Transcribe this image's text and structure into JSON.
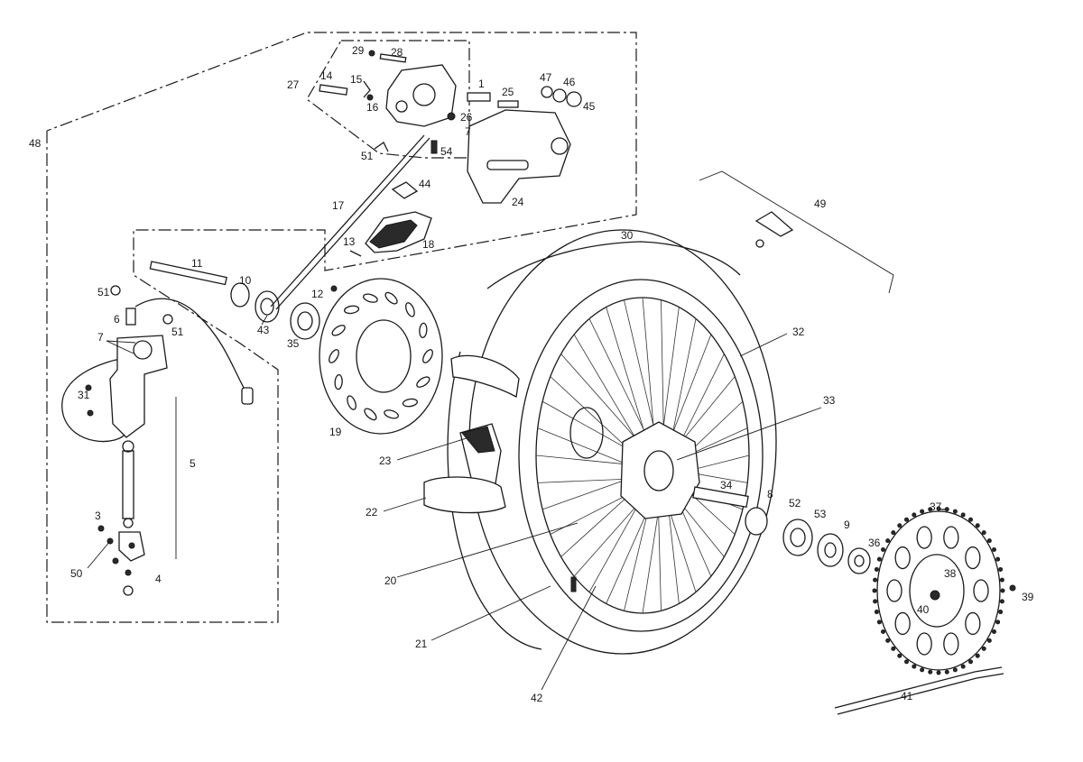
{
  "diagram": {
    "type": "exploded-parts-diagram",
    "subject": "rear wheel assembly with brake caliper, master cylinder, disc and sprocket",
    "callouts": {
      "n1": "1",
      "n3": "3",
      "n4": "4",
      "n5": "5",
      "n6": "6",
      "n7a": "7",
      "n7b": "7",
      "n8": "8",
      "n9": "9",
      "n10": "10",
      "n11": "11",
      "n12": "12",
      "n13": "13",
      "n14": "14",
      "n15": "15",
      "n16": "16",
      "n17": "17",
      "n18": "18",
      "n19": "19",
      "n20": "20",
      "n21": "21",
      "n22": "22",
      "n23": "23",
      "n24": "24",
      "n25": "25",
      "n26": "26",
      "n27": "27",
      "n28": "28",
      "n29": "29",
      "n30": "30",
      "n31": "31",
      "n32": "32",
      "n33": "33",
      "n34": "34",
      "n35": "35",
      "n36": "36",
      "n37": "37",
      "n38": "38",
      "n39": "39",
      "n40": "40",
      "n41": "41",
      "n42": "42",
      "n43": "43",
      "n44": "44",
      "n45": "45",
      "n46": "46",
      "n47": "47",
      "n48": "48",
      "n49": "49",
      "n50": "50",
      "n51a": "51",
      "n51b": "51",
      "n51c": "51",
      "n52": "52",
      "n53": "53",
      "n54": "54"
    }
  }
}
